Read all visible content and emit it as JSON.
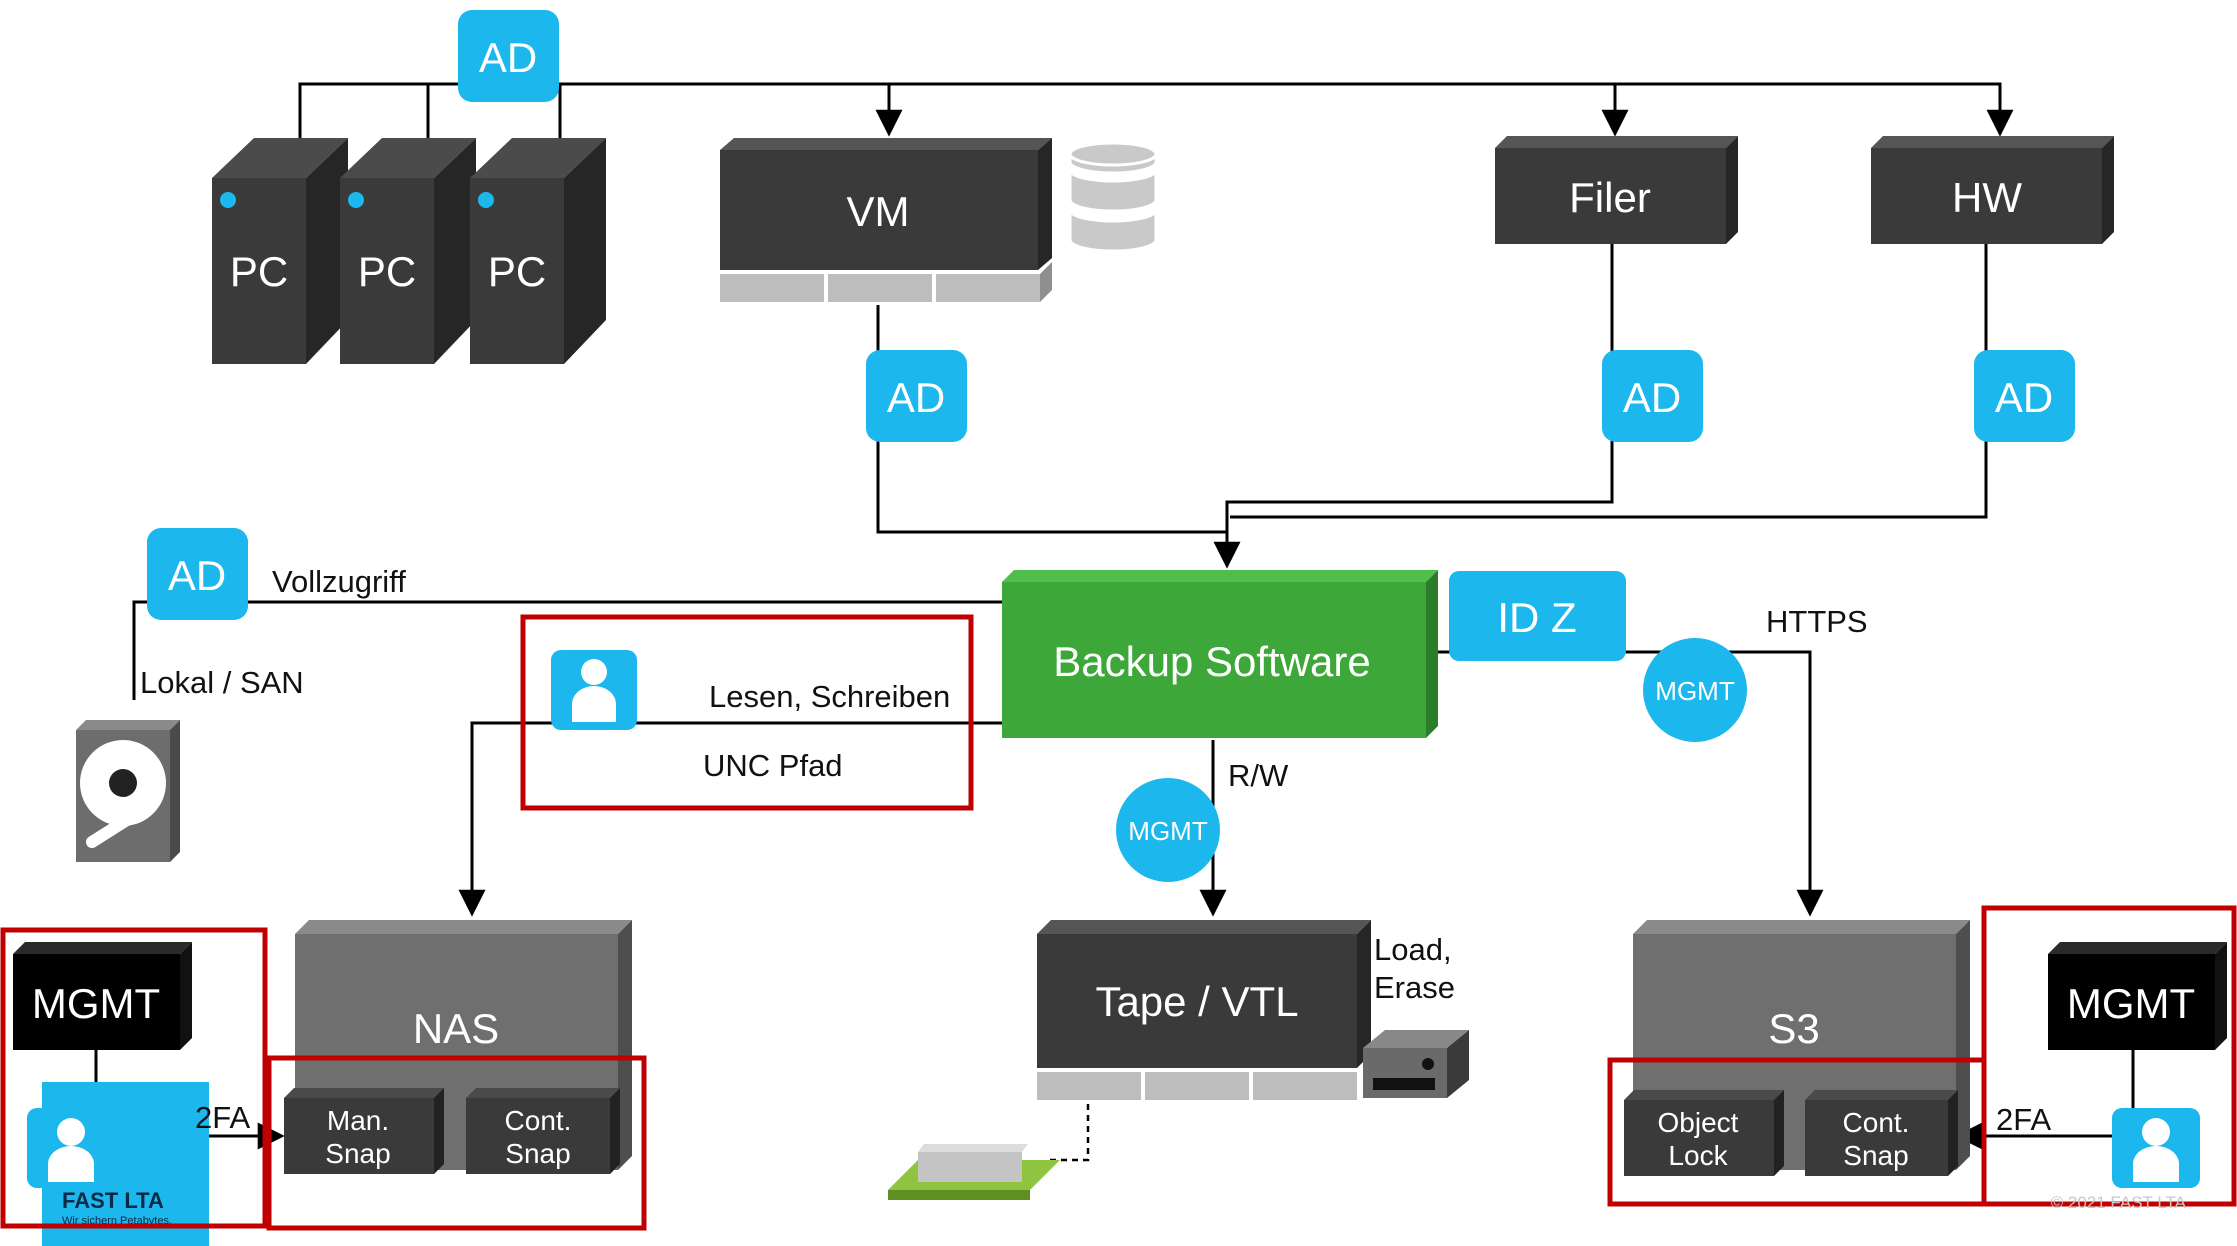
{
  "colors": {
    "dark_box": "#3a3a3a",
    "grey_box": "#6f6f6f",
    "ad_blue": "#1cb7ec",
    "green": "#3ea73a",
    "red_frame": "#c00000",
    "black": "#000000"
  },
  "nodes": {
    "ad_top": "AD",
    "pc1": "PC",
    "pc2": "PC",
    "pc3": "PC",
    "vm": "VM",
    "filer": "Filer",
    "hw": "HW",
    "ad_vm": "AD",
    "ad_filer": "AD",
    "ad_hw": "AD",
    "ad_local": "AD",
    "backup_software": "Backup Software",
    "id_z": "ID Z",
    "mgmt_circle_right": "MGMT",
    "mgmt_circle_center": "MGMT",
    "tape_vtl": "Tape / VTL",
    "nas": "NAS",
    "s3": "S3",
    "man_snap_line1": "Man.",
    "man_snap_line2": "Snap",
    "nas_cont_snap_line1": "Cont.",
    "nas_cont_snap_line2": "Snap",
    "object_lock_line1": "Object",
    "object_lock_line2": "Lock",
    "s3_cont_snap_line1": "Cont.",
    "s3_cont_snap_line2": "Snap",
    "mgmt_left": "MGMT",
    "mgmt_right": "MGMT"
  },
  "labels": {
    "vollzugriff": "Vollzugriff",
    "lokal_san": "Lokal / SAN",
    "lesen_schreiben": "Lesen, Schreiben",
    "unc_pfad": "UNC Pfad",
    "https": "HTTPS",
    "rw": "R/W",
    "load": "Load,",
    "erase": "Erase",
    "twofa_left": "2FA",
    "twofa_right": "2FA"
  },
  "branding": {
    "logo_name": "FAST LTA",
    "logo_tagline": "Wir sichern Petabytes.",
    "copyright": "© 2021 FAST LTA"
  }
}
